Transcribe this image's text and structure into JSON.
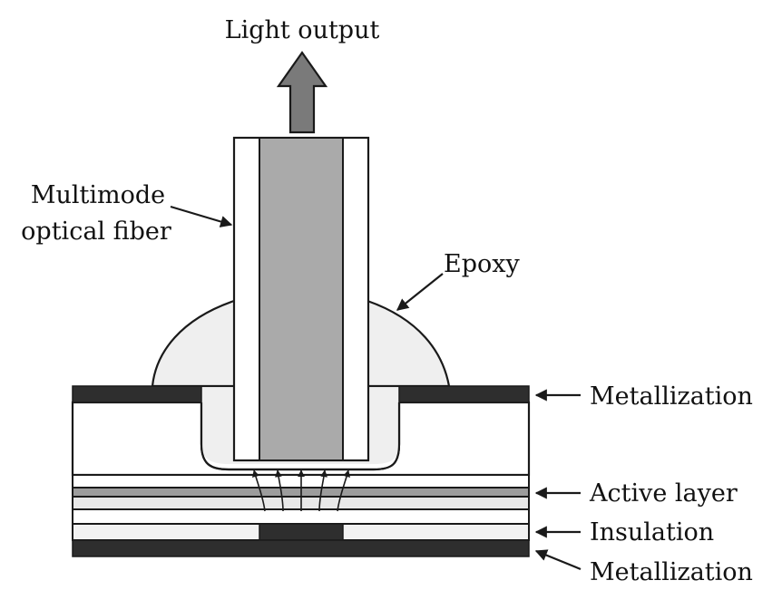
{
  "diagram": {
    "labels": {
      "light_output": "Light output",
      "fiber_line1": "Multimode",
      "fiber_line2": "optical fiber",
      "epoxy": "Epoxy",
      "metallization_top": "Metallization",
      "active_layer": "Active layer",
      "insulation": "Insulation",
      "metallization_bottom": "Metallization"
    },
    "colors": {
      "outline": "#1a1a1a",
      "metal": "#2e2e2e",
      "fiber_core": "#aaaaaa",
      "arrow_fill": "#7a7a7a",
      "epoxy": "#efefef",
      "active_band": "#9c9c9c",
      "layer_light": "#e8e8e8",
      "insulation": "#f2f2f2"
    }
  }
}
